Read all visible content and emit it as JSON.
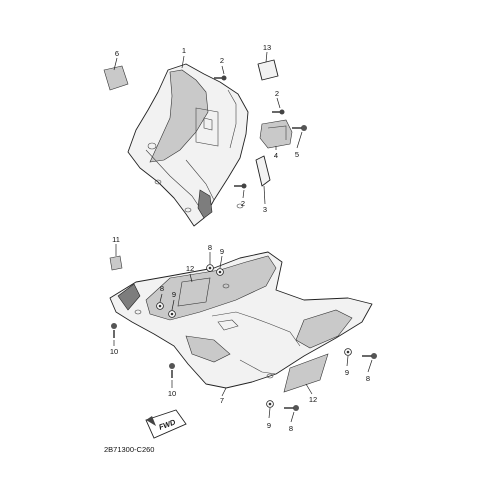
{
  "callouts": {
    "c1": "1",
    "c2a": "2",
    "c2b": "2",
    "c2c": "2",
    "c3": "3",
    "c4": "4",
    "c5": "5",
    "c6": "6",
    "c7": "7",
    "c8a": "8",
    "c8b": "8",
    "c8c": "8",
    "c8d": "8",
    "c9a": "9",
    "c9b": "9",
    "c9c": "9",
    "c9d": "9",
    "c10a": "10",
    "c10b": "10",
    "c11": "11",
    "c12a": "12",
    "c12b": "12",
    "c13": "13"
  },
  "fwd_label": "FWD",
  "diagram_code": "2B71300-C260"
}
